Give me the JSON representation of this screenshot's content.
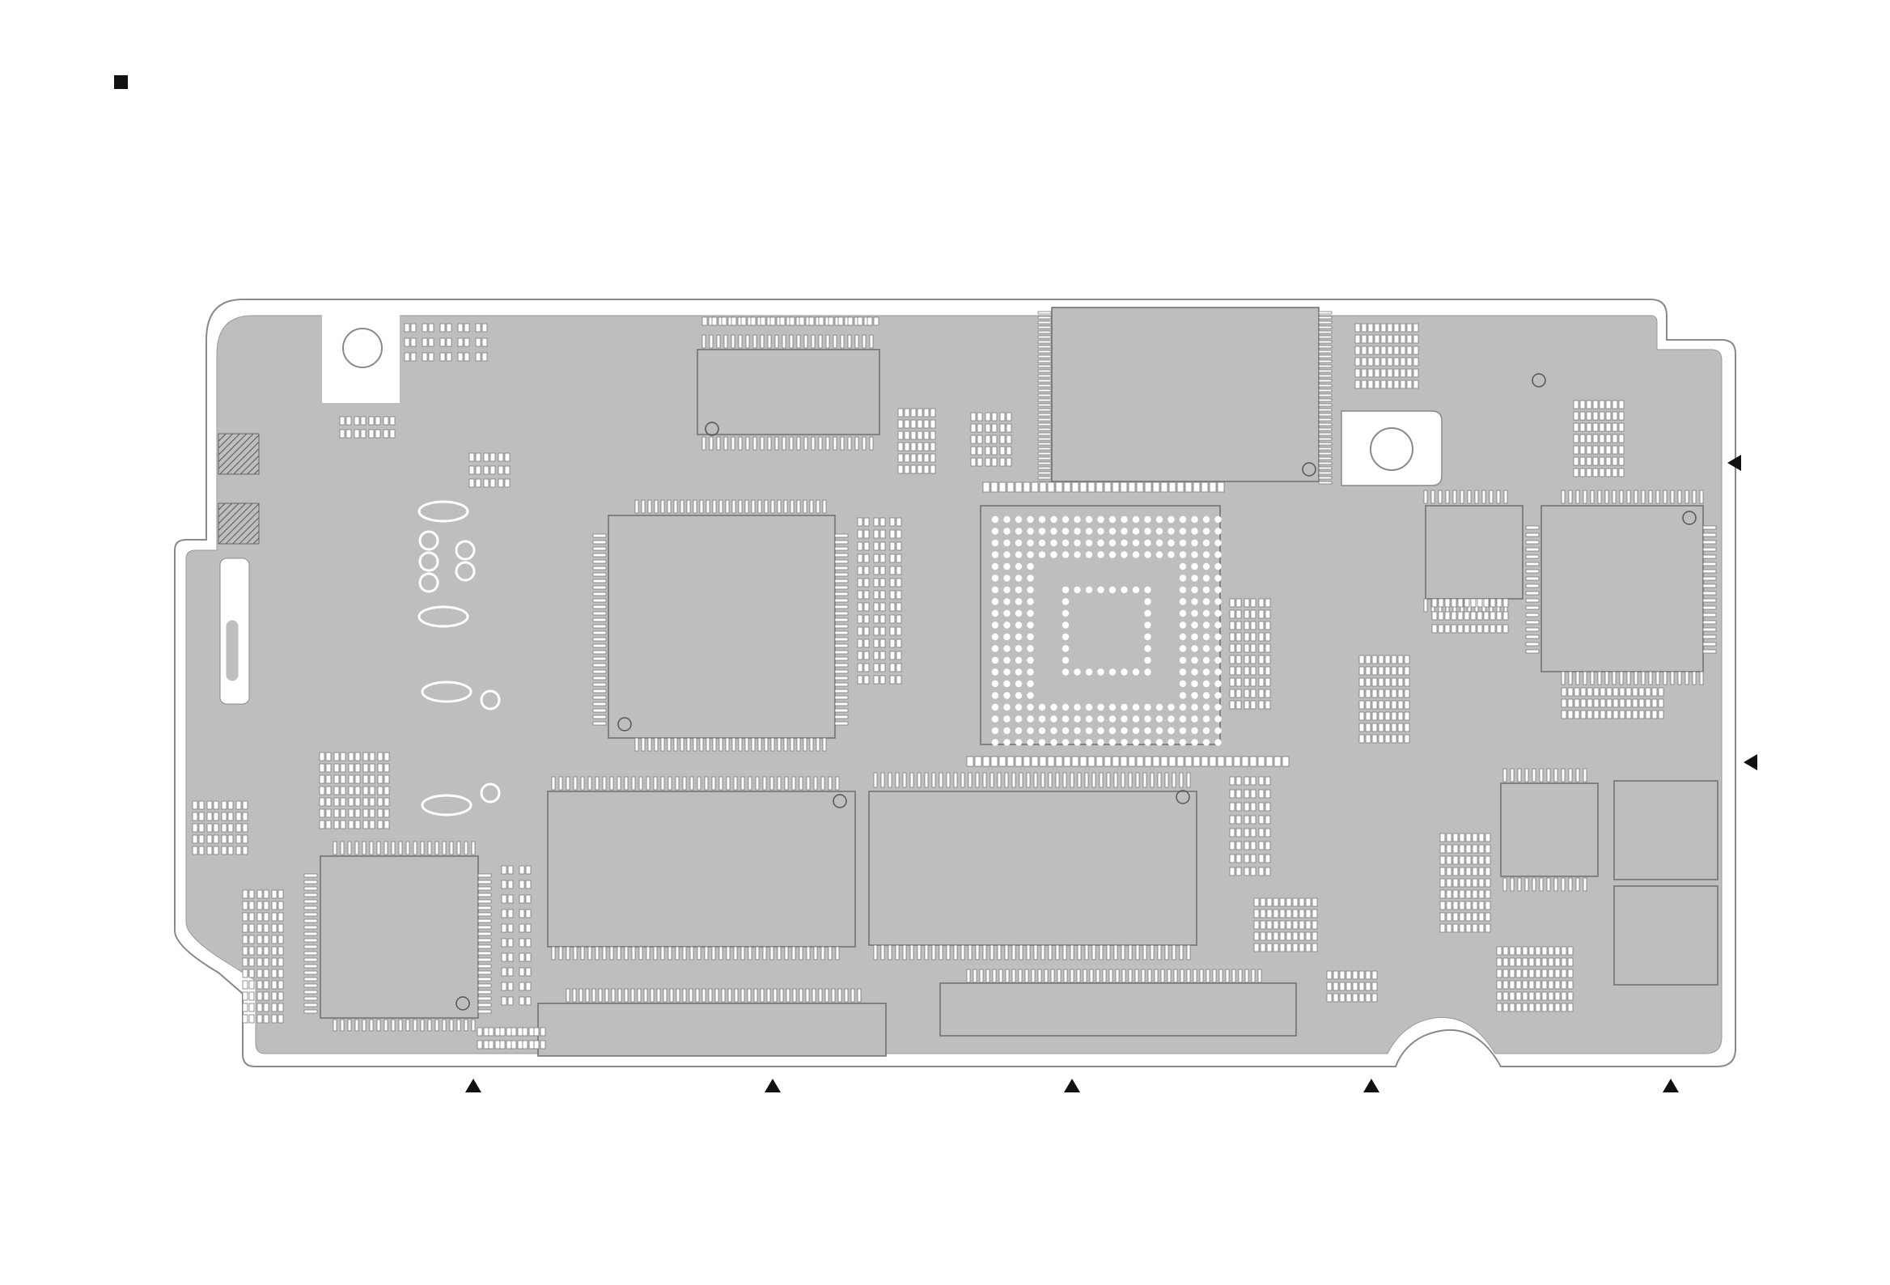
{
  "diagram": {
    "kind": "pcb-component-layout",
    "labels": [],
    "colors": {
      "board": "#bebebe",
      "outline": "#8a8a8a",
      "pad": "#ffffff",
      "marker": "#111111"
    },
    "markers": {
      "section": "square-marker",
      "bottom_count": 5,
      "right_count": 2,
      "direction_bottom": "up",
      "direction_right": "left"
    },
    "icons": [
      "square-marker-icon",
      "triangle-up-icon",
      "triangle-left-icon"
    ]
  }
}
